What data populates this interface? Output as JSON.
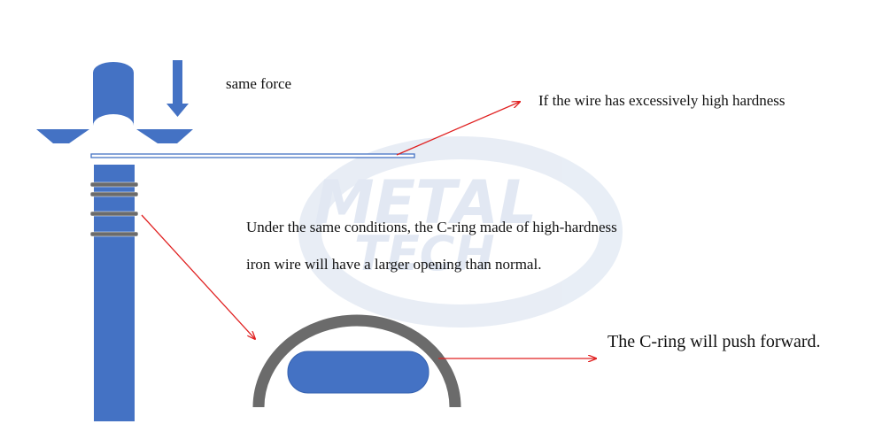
{
  "labels": {
    "force": "same force",
    "hardness": "If the wire has excessively high hardness",
    "conditions_line1": "Under the same conditions, the C-ring made of high-hardness",
    "conditions_line2": "iron wire will have a larger opening than normal.",
    "push": "The C-ring will push forward."
  },
  "watermark": {
    "line1": "METAL",
    "line2": "TECH"
  },
  "colors": {
    "blue": "#4472c4",
    "ring": "#6b6b6b",
    "arrow": "#e02020",
    "watermark": "#dfe6f2"
  }
}
